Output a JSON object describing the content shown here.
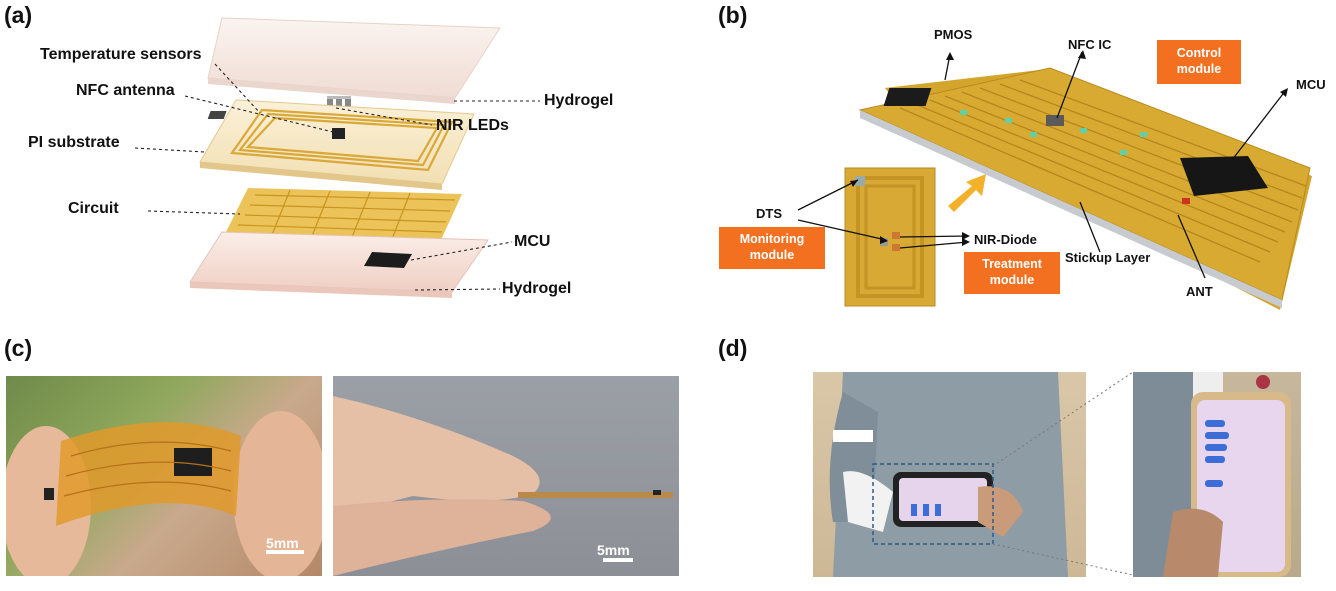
{
  "panels": {
    "a": {
      "letter": "(a)",
      "labels": {
        "temperature_sensors": "Temperature sensors",
        "nfc_antenna": "NFC antenna",
        "pi_substrate": "PI substrate",
        "circuit": "Circuit",
        "hydrogel_top": "Hydrogel",
        "nir_leds": "NIR LEDs",
        "mcu": "MCU",
        "hydrogel_bottom": "Hydrogel"
      }
    },
    "b": {
      "letter": "(b)",
      "labels": {
        "pmos": "PMOS",
        "nfc_ic": "NFC IC",
        "mcu": "MCU",
        "dts": "DTS",
        "nir_diode": "NIR-Diode",
        "stickup_layer": "Stickup Layer",
        "ant": "ANT"
      },
      "modules": {
        "control": "Control module",
        "monitoring": "Monitoring module",
        "treatment": "Treatment module"
      }
    },
    "c": {
      "letter": "(c)",
      "scalebar_left": "5mm",
      "scalebar_right": "5mm"
    },
    "d": {
      "letter": "(d)"
    }
  },
  "colors": {
    "module_box": "#f37021",
    "pcb_gold": "#d4a52c",
    "hydrogel_pink": "#f6e6df",
    "arrow_yellow": "#f3b12a"
  }
}
